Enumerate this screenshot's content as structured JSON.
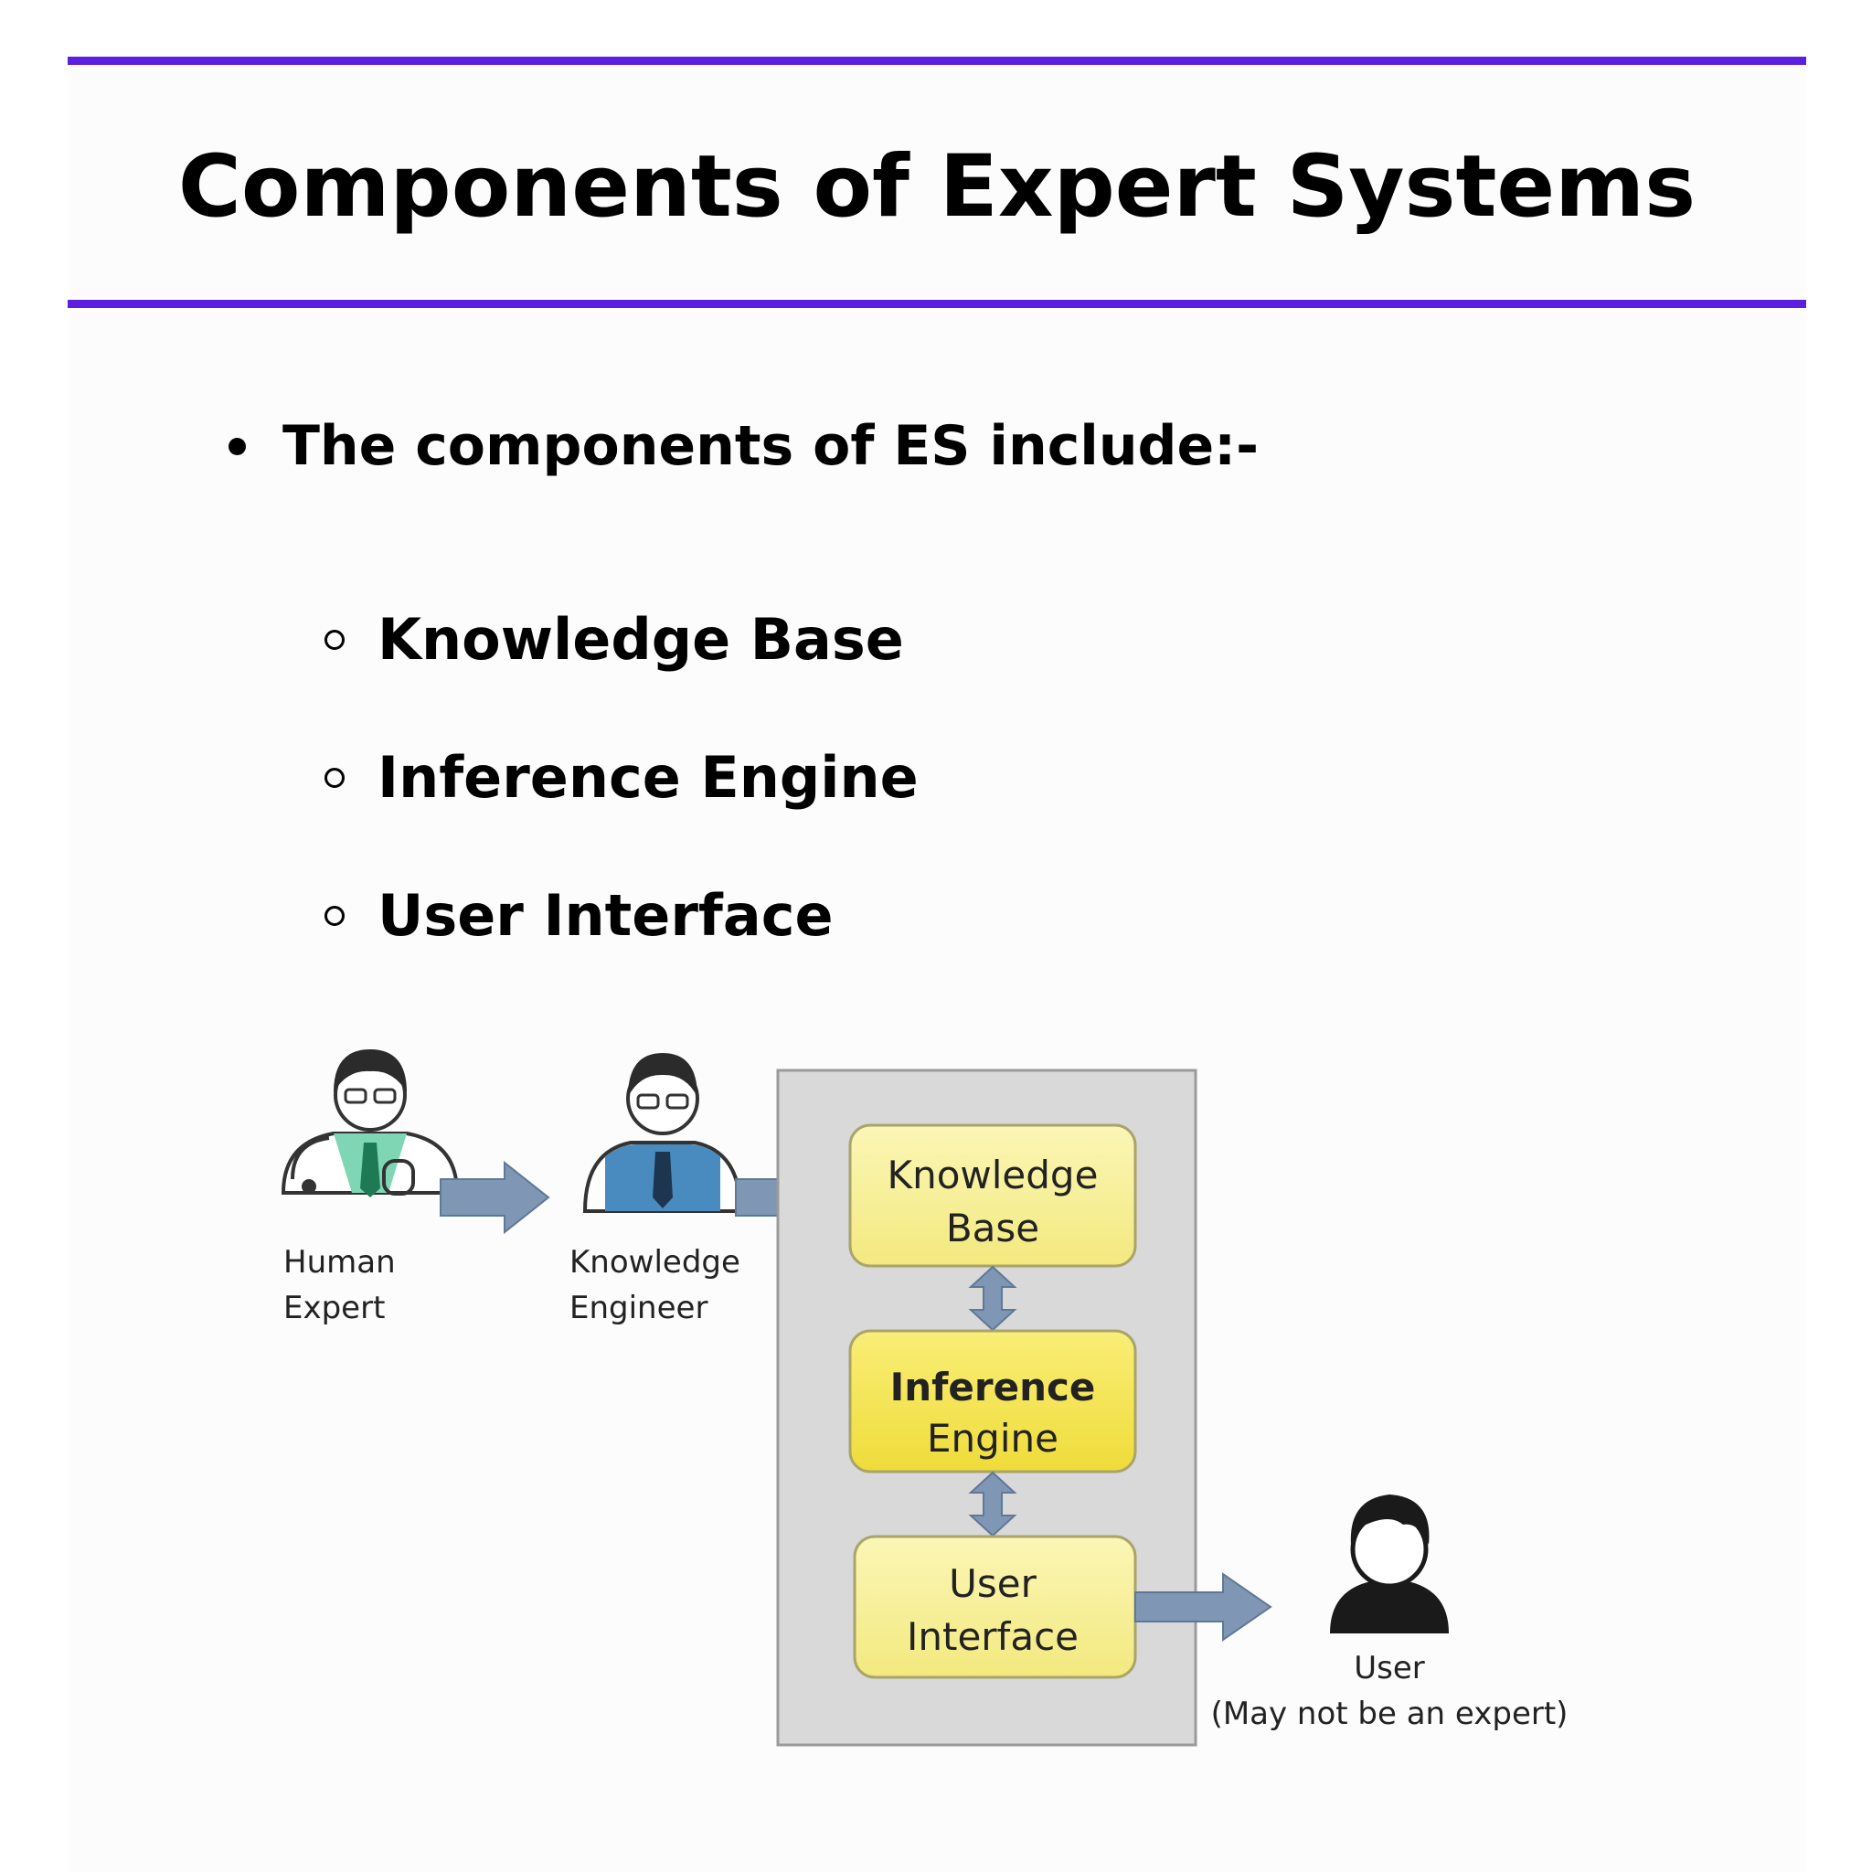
{
  "title": "Components of Expert Systems",
  "bullet": "The components of ES include:-",
  "components": [
    "Knowledge Base",
    "Inference Engine",
    "User Interface"
  ],
  "diagram": {
    "human_expert": [
      "Human",
      "Expert"
    ],
    "knowledge_engineer": [
      "Knowledge",
      "Engineer"
    ],
    "knowledge_base": [
      "Knowledge",
      "Base"
    ],
    "inference_engine": [
      "Inference",
      "Engine"
    ],
    "user_interface": [
      "User",
      "Interface"
    ],
    "user": [
      "User",
      "(May not be an expert)"
    ]
  },
  "colors": {
    "rule": "#5b1fe0",
    "box_light": "#f7f09a",
    "box_bright": "#f5e64a",
    "container": "#d9d9d9",
    "arrow": "#7f97b5"
  }
}
